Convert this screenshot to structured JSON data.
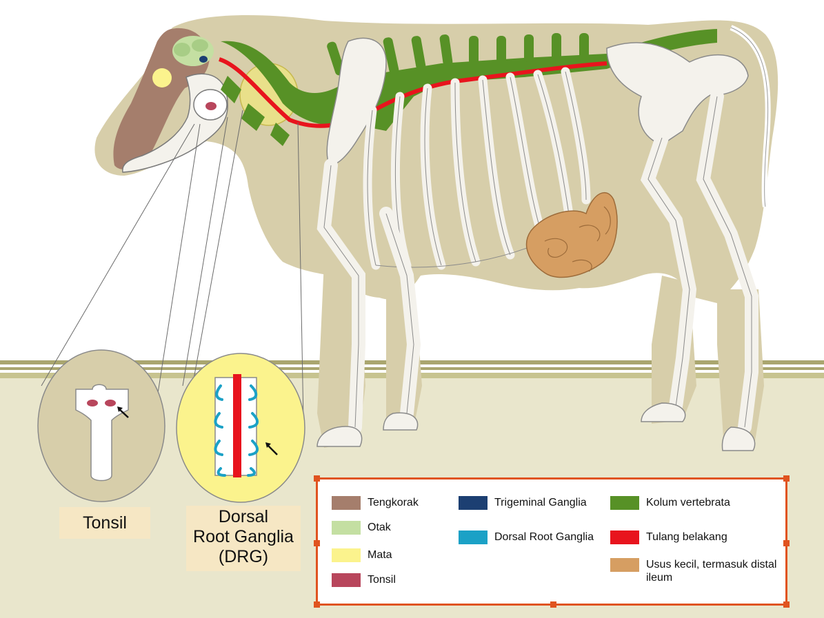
{
  "callouts": {
    "tonsil": "Tonsil",
    "drg_line1": "Dorsal",
    "drg_line2": "Root Ganglia",
    "drg_line3": "(DRG)"
  },
  "legend": {
    "items": [
      {
        "label": "Tengkorak",
        "color": "#a57e6c"
      },
      {
        "label": "Otak",
        "color": "#c4dfa2"
      },
      {
        "label": "Mata",
        "color": "#fbf38d"
      },
      {
        "label": "Tonsil",
        "color": "#b8465c"
      },
      {
        "label": "Trigeminal Ganglia",
        "color": "#1c3f72"
      },
      {
        "label": "Dorsal Root Ganglia",
        "color": "#1ba1c6"
      },
      {
        "label": "Kolum vertebrata",
        "color": "#579126"
      },
      {
        "label": "Tulang belakang",
        "color": "#e8141d"
      },
      {
        "label": "Usus kecil, termasuk distal ileum",
        "color": "#d69e62"
      }
    ]
  }
}
